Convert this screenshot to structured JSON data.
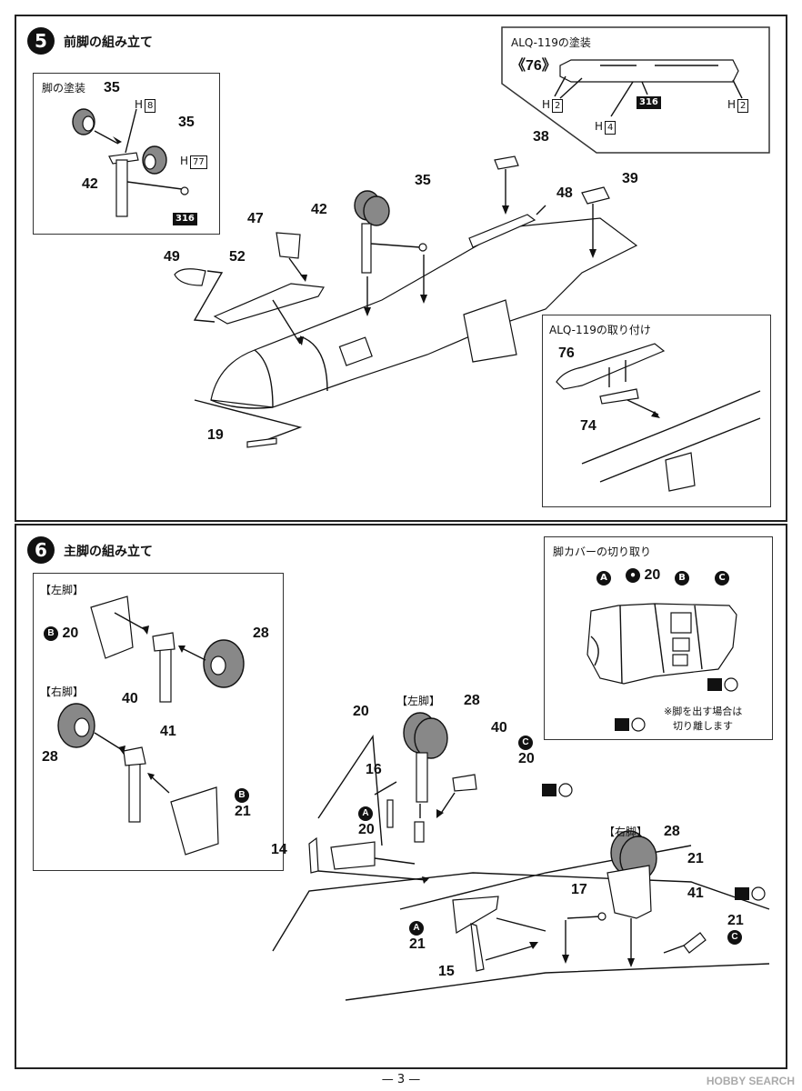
{
  "step5": {
    "number": "5",
    "title": "前脚の組み立て",
    "paint_box": {
      "title": "脚の塗装",
      "parts": [
        "35",
        "35",
        "42"
      ],
      "codes": [
        "H",
        "8",
        "H",
        "77",
        "316"
      ]
    },
    "alq_paint": {
      "title": "ALQ-119の塗装",
      "part": "《76》",
      "codes": [
        "H",
        "2",
        "316",
        "H",
        "4",
        "H",
        "2"
      ]
    },
    "alq_mount": {
      "title": "ALQ-119の取り付け",
      "parts": [
        "76",
        "74"
      ]
    },
    "parts": [
      "35",
      "42",
      "47",
      "52",
      "49",
      "38",
      "48",
      "39",
      "19"
    ]
  },
  "step6": {
    "number": "6",
    "title": "主脚の組み立て",
    "left_leg": {
      "title": "【左脚】",
      "parts": [
        "20",
        "28",
        "40"
      ],
      "marker": "B"
    },
    "right_leg": {
      "title": "【右脚】",
      "parts": [
        "41",
        "28",
        "21"
      ],
      "marker": "B"
    },
    "cover_cut": {
      "title": "脚カバーの切り取り",
      "markers": [
        "A",
        "B",
        "C"
      ],
      "part": "20",
      "note_line1": "※脚を出す場合は",
      "note_line2": "切り離します"
    },
    "main_left_title": "【左脚】",
    "main_right_title": "【右脚】",
    "parts": [
      "20",
      "28",
      "40",
      "20",
      "16",
      "20",
      "14",
      "21",
      "15",
      "28",
      "21",
      "17",
      "41",
      "21"
    ],
    "markers": [
      "C",
      "A",
      "A",
      "C"
    ]
  },
  "footer": {
    "page": "— 3 —"
  },
  "watermark": "HOBBY SEARCH"
}
